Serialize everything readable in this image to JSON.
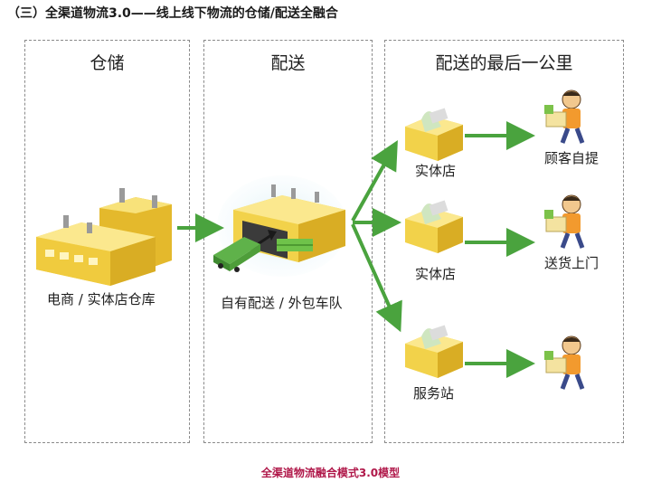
{
  "heading": "（三）全渠道物流3.0——线上线下物流的仓储/配送全融合",
  "panels": {
    "storage": {
      "title": "仓储",
      "label": "电商 / 实体店仓库"
    },
    "delivery": {
      "title": "配送",
      "label": "自有配送 / 外包车队"
    },
    "last_mile": {
      "title": "配送的最后一公里",
      "nodes": [
        {
          "label": "实体店",
          "outcome": "顾客自提"
        },
        {
          "label": "实体店",
          "outcome": "送货上门"
        },
        {
          "label": "服务站",
          "outcome": ""
        }
      ]
    }
  },
  "caption": "全渠道物流融合模式3.0模型",
  "colors": {
    "arrow": "#4aa33e",
    "building": "#f2d24a",
    "caption": "#b0184a",
    "border": "#8a8a8a"
  }
}
